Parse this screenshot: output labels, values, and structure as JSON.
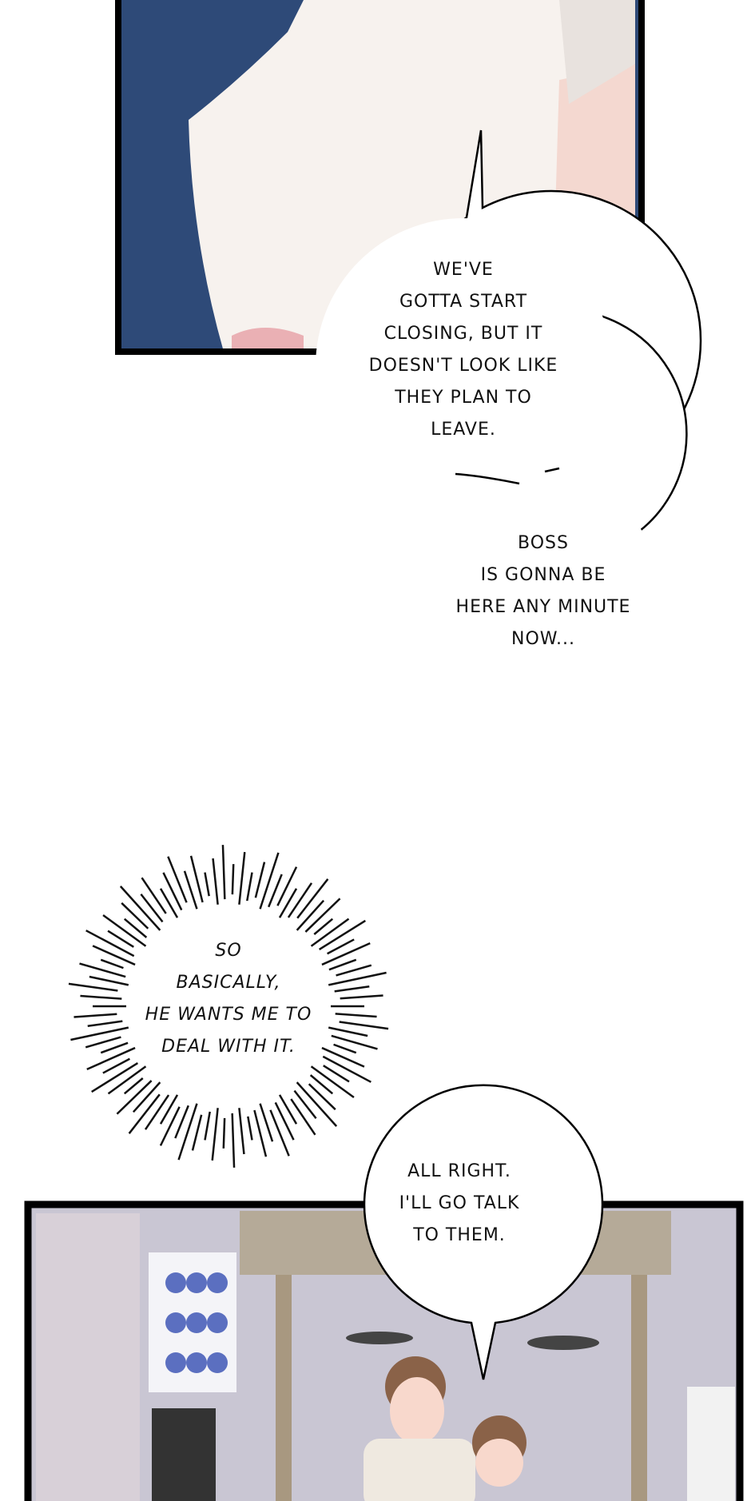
{
  "bubbles": {
    "closing": [
      "WE'VE",
      "GOTTA START",
      "CLOSING, BUT IT",
      "DOESN'T LOOK LIKE",
      "THEY PLAN TO",
      "LEAVE."
    ],
    "boss": [
      "BOSS",
      "IS GONNA BE",
      "HERE ANY MINUTE",
      "NOW..."
    ],
    "thought": [
      "SO",
      "BASICALLY,",
      "HE WANTS ME TO",
      "DEAL WITH IT."
    ],
    "reply": [
      "ALL RIGHT.",
      "I'LL GO TALK",
      "TO THEM."
    ]
  },
  "colors": {
    "panel_border": "#000000",
    "bg_blue": "#2e4a78",
    "shirt": "#f7f2ee",
    "skin": "#f4cfc8",
    "kitchen": "#c9c6d3"
  }
}
